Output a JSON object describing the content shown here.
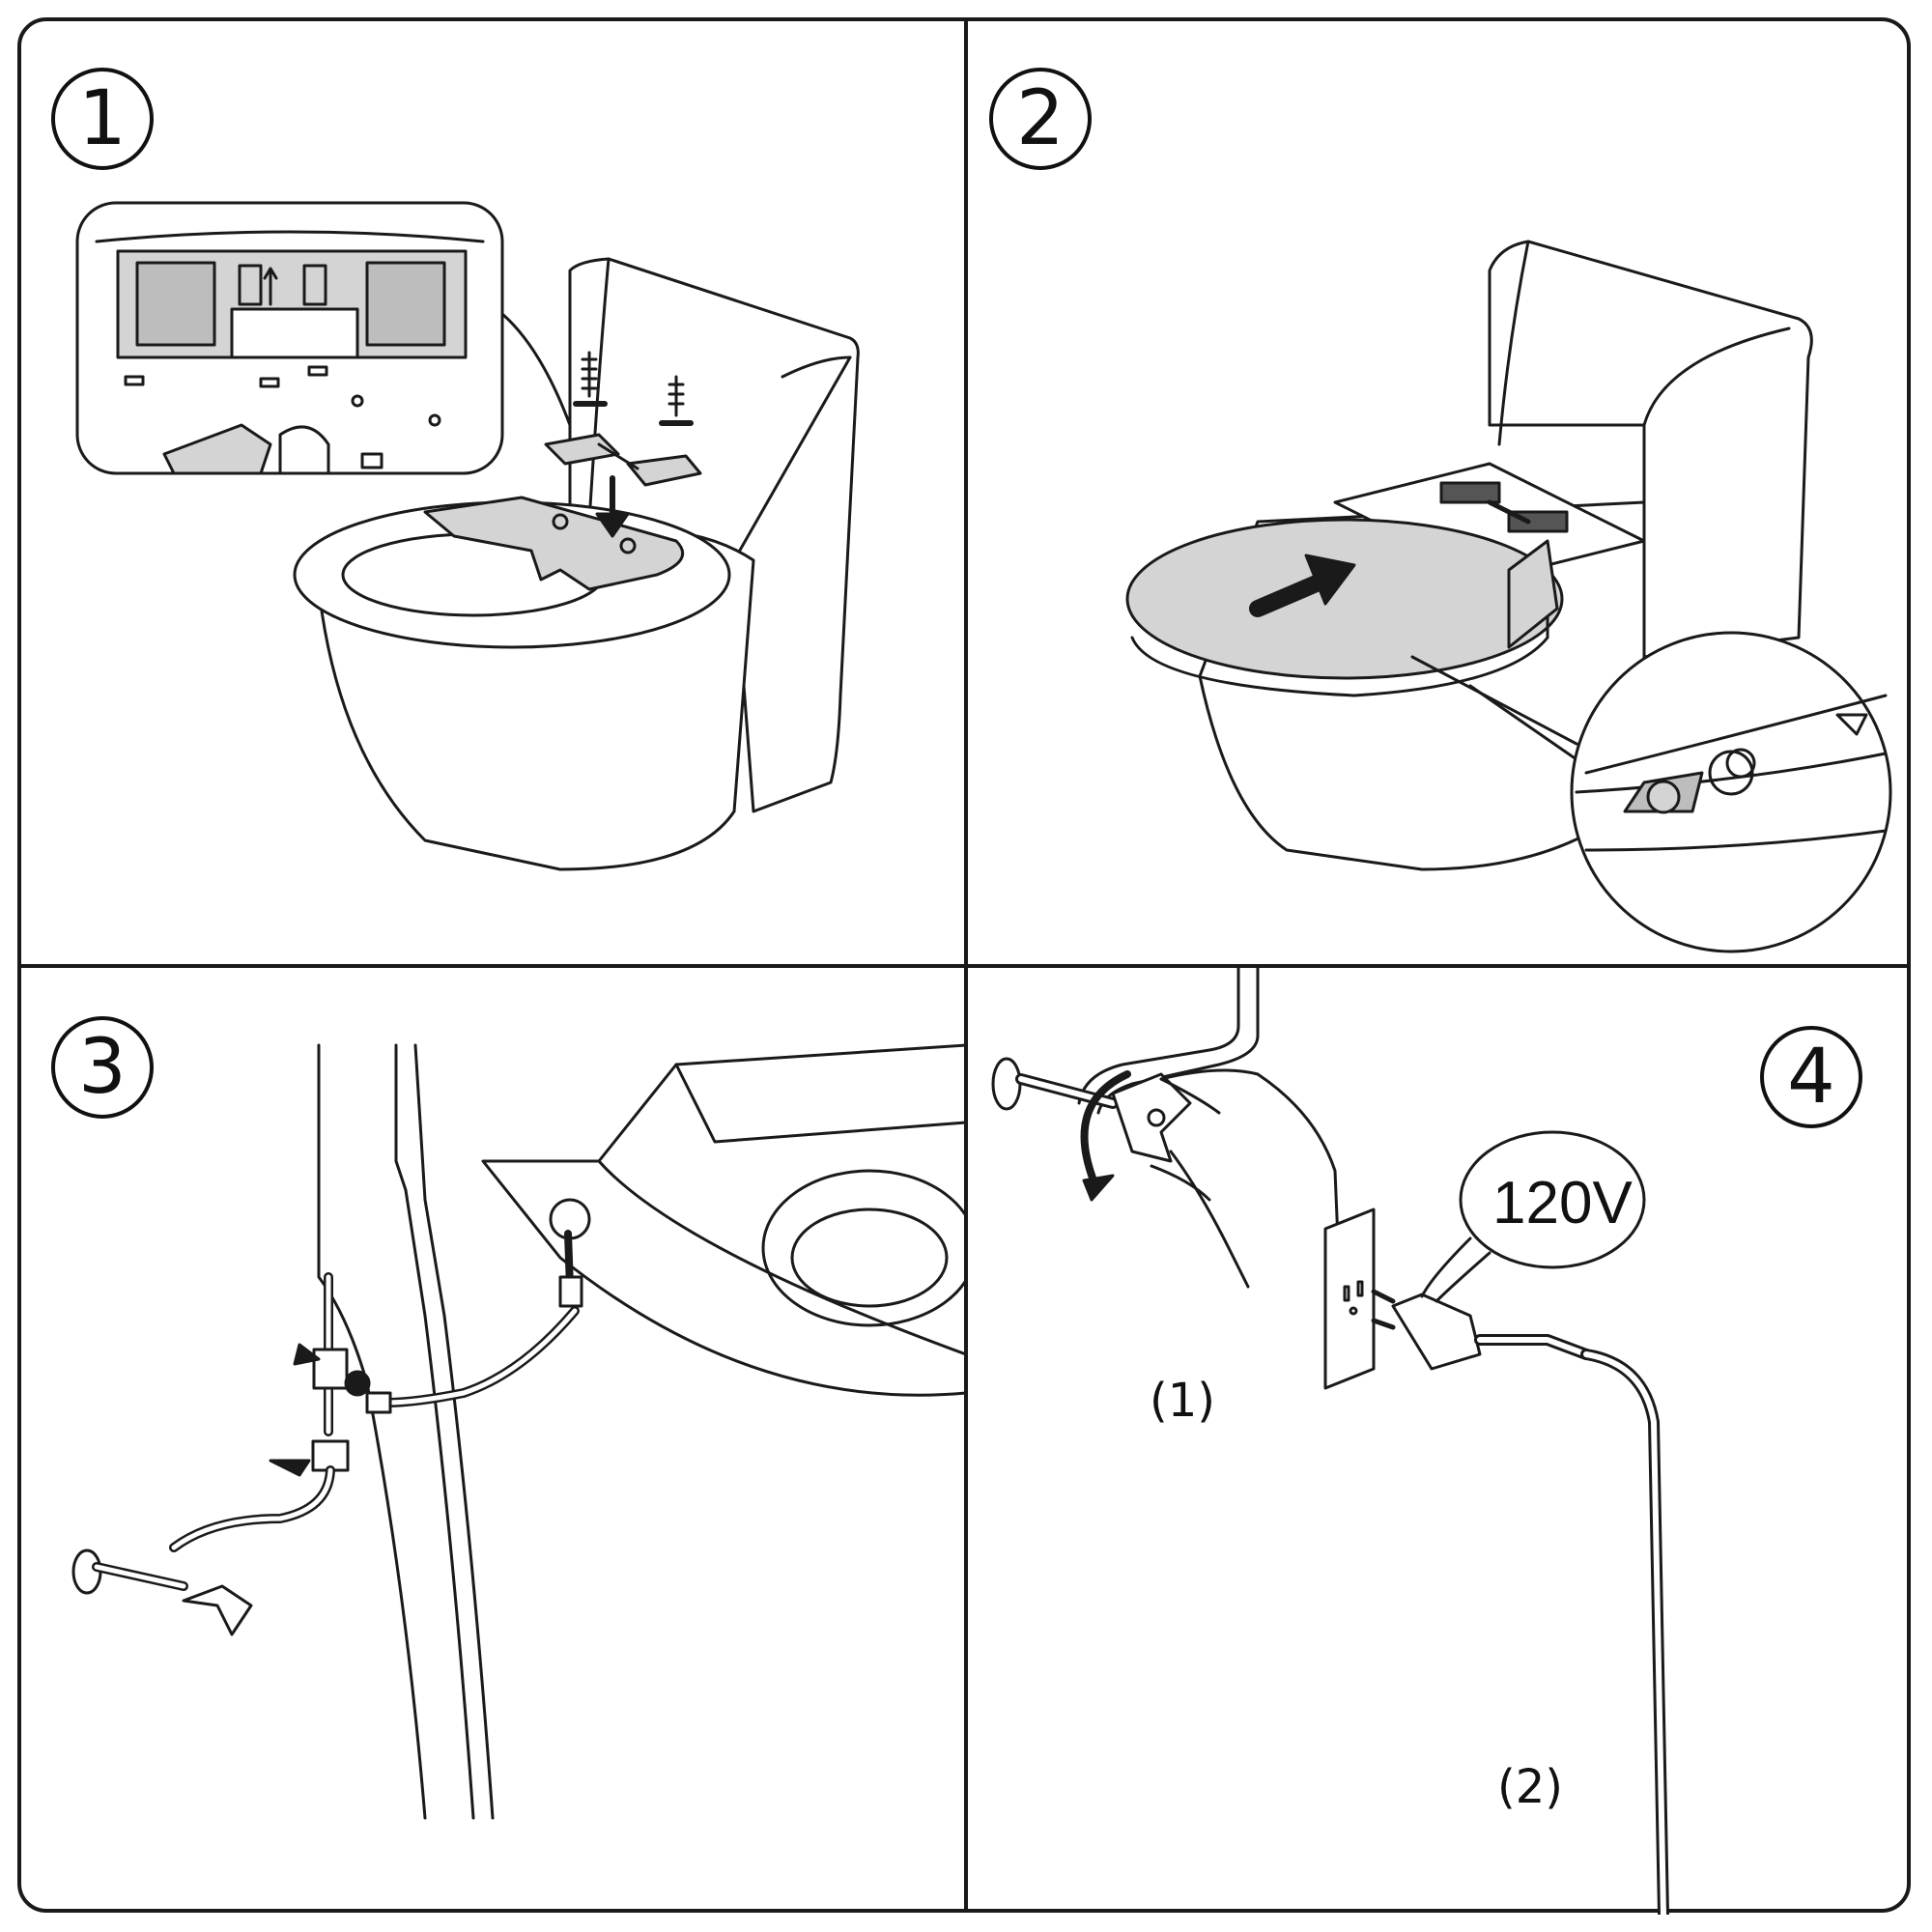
{
  "steps": [
    {
      "number": "1"
    },
    {
      "number": "2"
    },
    {
      "number": "3"
    },
    {
      "number": "4"
    }
  ],
  "step4": {
    "sub_step_1": "(1)",
    "sub_step_2": "(2)",
    "voltage": "120V"
  },
  "colors": {
    "line": "#1a1a1a",
    "fill_gray": "#d4d4d4",
    "fill_white": "#ffffff"
  }
}
